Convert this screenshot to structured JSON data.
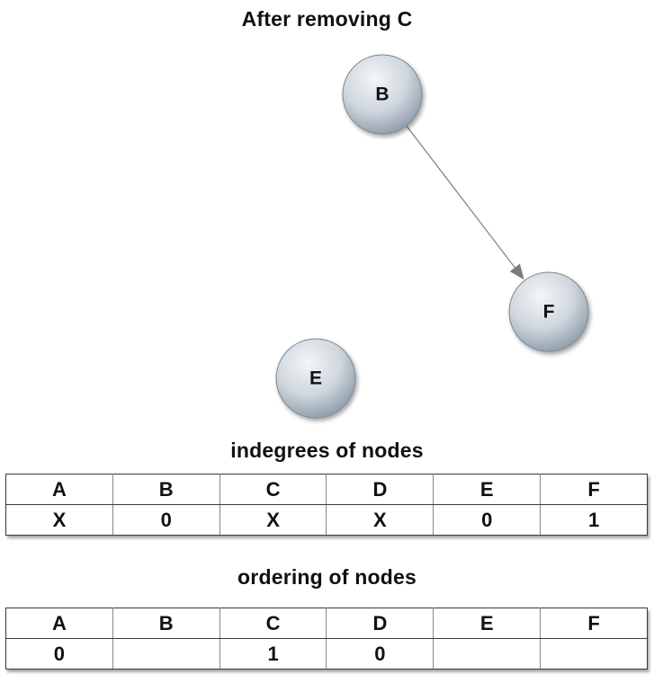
{
  "title": "After removing C",
  "graph": {
    "nodes": [
      {
        "id": "B",
        "label": "B"
      },
      {
        "id": "F",
        "label": "F"
      },
      {
        "id": "E",
        "label": "E"
      }
    ],
    "edges": [
      {
        "from": "B",
        "to": "F"
      }
    ]
  },
  "indegrees": {
    "heading": "indegrees of nodes",
    "headers": [
      "A",
      "B",
      "C",
      "D",
      "E",
      "F"
    ],
    "values": [
      "X",
      "0",
      "X",
      "X",
      "0",
      "1"
    ]
  },
  "ordering": {
    "heading": "ordering of nodes",
    "headers": [
      "A",
      "B",
      "C",
      "D",
      "E",
      "F"
    ],
    "values": [
      "0",
      "",
      "1",
      "0",
      "",
      ""
    ]
  },
  "colors": {
    "node_fill_light": "#eef1f4",
    "node_fill_dark": "#8a99a8",
    "node_stroke": "#7d8a96",
    "edge": "#888888"
  }
}
